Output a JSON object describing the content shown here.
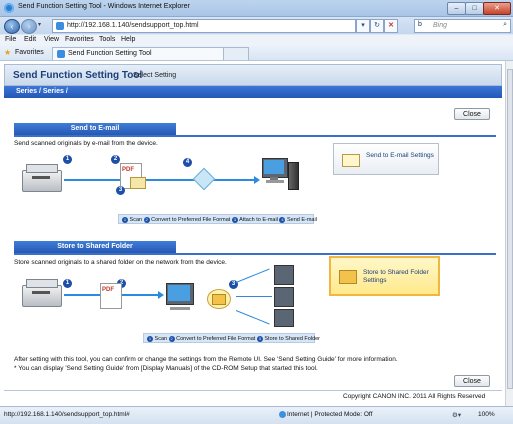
{
  "window": {
    "title": "Send Function Setting Tool - Windows Internet Explorer"
  },
  "address": {
    "url": "http://192.168.1.140/sendsupport_top.html"
  },
  "search": {
    "placeholder": "Bing"
  },
  "menu": [
    "File",
    "Edit",
    "View",
    "Favorites",
    "Tools",
    "Help"
  ],
  "favorites": {
    "label": "Favorites",
    "tab_title": "Send Function Setting Tool"
  },
  "header": {
    "title": "Send Function Setting Tool",
    "subtitle": "Select Setting",
    "series": "Series /        Series /"
  },
  "close_label": "Close",
  "email": {
    "band": "Send to E-mail",
    "desc": "Send scanned originals by e-mail from the device.",
    "button": "Send to E-mail Settings",
    "legend": [
      "Scan",
      "Convert to Preferred File Format",
      "Attach to E-mail",
      "Send E-mail"
    ]
  },
  "shared": {
    "band": "Store to Shared Folder",
    "desc": "Store scanned originals to a shared folder on the network from the device.",
    "button": "Store to Shared Folder Settings",
    "legend": [
      "Scan",
      "Convert to Preferred File Format",
      "Store to Shared Folder"
    ]
  },
  "pdf_label": "PDF",
  "footnote1": "After setting with this tool, you can confirm or change the settings from the Remote UI. See 'Send Setting Guide' for more information.",
  "footnote2": "* You can display 'Send Setting Guide' from [Display Manuals] of the CD-ROM Setup that started this tool.",
  "copyright": "Copyright CANON INC. 2011 All Rights Reserved",
  "status": {
    "url": "http://192.168.1.140/sendsupport_top.html#",
    "zone": "Internet | Protected Mode: Off",
    "zoom": "100%"
  }
}
